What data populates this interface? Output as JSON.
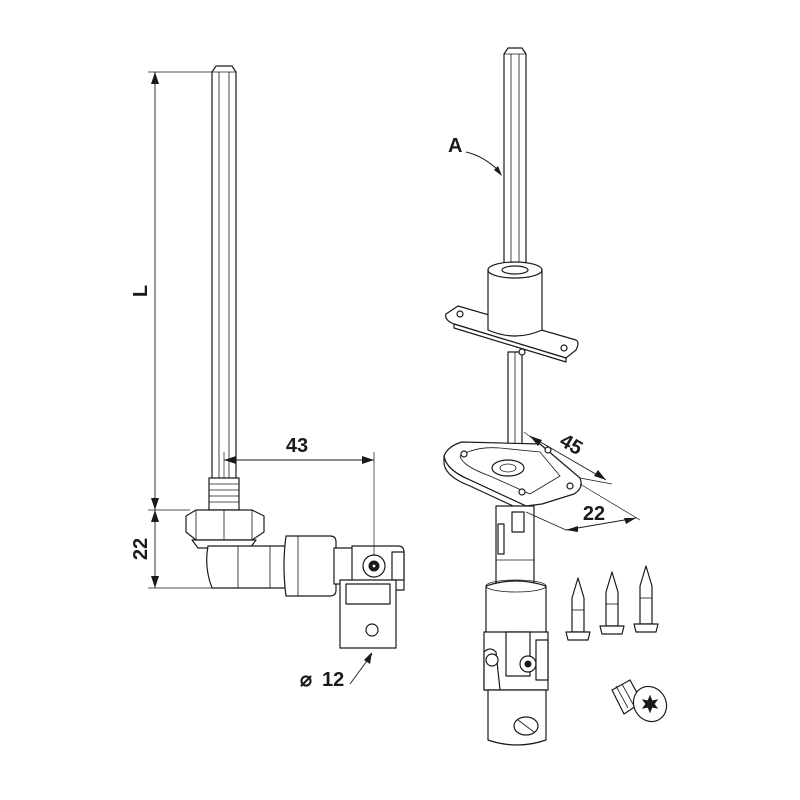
{
  "labels": {
    "length": "L",
    "dim_offset": "43",
    "dim_height": "22",
    "dim_diameter_symbol": "⌀",
    "dim_diameter_value": "12",
    "rod_label": "A",
    "dim_plate_width": "45",
    "dim_plate_depth": "22"
  },
  "colors": {
    "line": "#1a1a1a",
    "fill": "#ffffff"
  },
  "icons": [
    "nail-icon",
    "nail-icon",
    "nail-icon",
    "torx-screw-icon"
  ]
}
